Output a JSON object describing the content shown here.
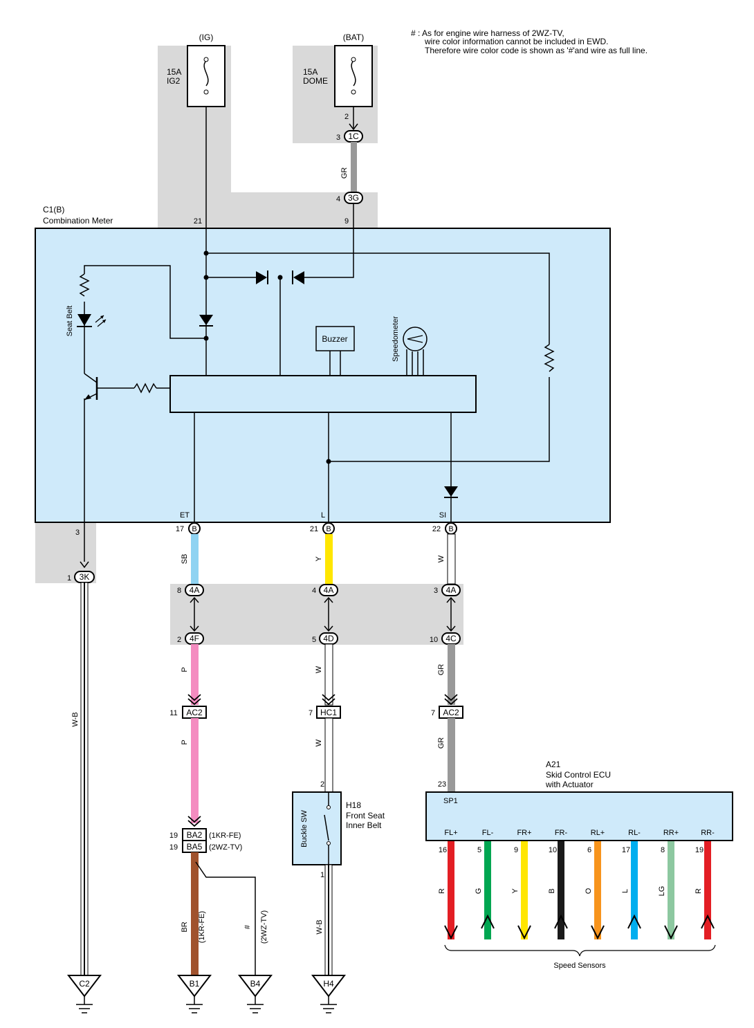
{
  "note": {
    "line1": "# : As for engine wire harness of 2WZ-TV,",
    "line2": "wire color information cannot be included in EWD.",
    "line3": "Therefore wire color code is shown as '#'and wire as full line."
  },
  "fuses": {
    "ig2": {
      "header": "(IG)",
      "amp": "15A",
      "name": "IG2",
      "pin_meter": "21"
    },
    "dome": {
      "header": "(BAT)",
      "amp": "15A",
      "name": "DOME",
      "pin2": "2",
      "pin3": "3",
      "conn_1c": "1C",
      "wire": "GR",
      "pin4": "4",
      "conn_3g": "3G",
      "pin9": "9"
    }
  },
  "meter": {
    "id": "C1(B)",
    "name": "Combination Meter",
    "seat_belt": "Seat Belt",
    "buzzer": "Buzzer",
    "speedometer": "Speedometer",
    "pin_labels": {
      "et": "ET",
      "l": "L",
      "si": "SI"
    },
    "ground_pin": "3"
  },
  "meter_connector": "B",
  "branches": {
    "et": {
      "pin": "17",
      "wire1": "SB",
      "c4a_pin": "8",
      "c4a": "4A",
      "c4f_pin": "2",
      "c4f": "4F",
      "wire2": "P",
      "ac2_pin": "11",
      "ac2": "AC2",
      "wire3": "P",
      "ba2_pin": "19",
      "ba2": "BA2",
      "ba2_note": "(1KR-FE)",
      "ba5_pin": "19",
      "ba5": "BA5",
      "ba5_note": "(2WZ-TV)",
      "wire_br": "BR",
      "wire_br_note": "(1KR-FE)",
      "wire_hash": "#",
      "wire_hash_note": "(2WZ-TV)"
    },
    "l": {
      "pin": "21",
      "wire1": "Y",
      "c4a_pin": "4",
      "c4a": "4A",
      "c4d_pin": "5",
      "c4d": "4D",
      "wire2": "W",
      "hc1_pin": "7",
      "hc1": "HC1",
      "wire3": "W"
    },
    "si": {
      "pin": "22",
      "wire1": "W",
      "c4a_pin": "3",
      "c4a": "4A",
      "c4c_pin": "10",
      "c4c": "4C",
      "wire2": "GR",
      "ac2_pin": "7",
      "ac2": "AC2",
      "wire3": "GR",
      "ecu_pin": "23"
    }
  },
  "ground_path": {
    "pin": "1",
    "conn": "3K",
    "wire": "W-B"
  },
  "buckle": {
    "id": "H18",
    "name1": "Front Seat",
    "name2": "Inner Belt",
    "switch": "Buckle SW",
    "pin_top": "2",
    "pin_bottom": "1",
    "wire": "W-B"
  },
  "ecu": {
    "id": "A21",
    "name1": "Skid Control ECU",
    "name2": "with Actuator",
    "sp1": "SP1",
    "sensors_label": "Speed Sensors",
    "terminals": [
      {
        "name": "FL+",
        "pin": "16",
        "wire": "R",
        "color": "#e31e24",
        "dir": "down"
      },
      {
        "name": "FL-",
        "pin": "5",
        "wire": "G",
        "color": "#00a651",
        "dir": "up"
      },
      {
        "name": "FR+",
        "pin": "9",
        "wire": "Y",
        "color": "#ffe600",
        "dir": "down"
      },
      {
        "name": "FR-",
        "pin": "10",
        "wire": "B",
        "color": "#1a1a1a",
        "dir": "up"
      },
      {
        "name": "RL+",
        "pin": "6",
        "wire": "O",
        "color": "#f7941d",
        "dir": "down"
      },
      {
        "name": "RL-",
        "pin": "17",
        "wire": "L",
        "color": "#00aeef",
        "dir": "up"
      },
      {
        "name": "RR+",
        "pin": "8",
        "wire": "LG",
        "color": "#8dc8a0",
        "dir": "down"
      },
      {
        "name": "RR-",
        "pin": "19",
        "wire": "R",
        "color": "#e31e24",
        "dir": "up"
      }
    ]
  },
  "grounds": {
    "c2": "C2",
    "b1": "B1",
    "b4": "B4",
    "h4": "H4"
  },
  "colors": {
    "meter_fill": "#cfeafa",
    "shade": "#d9d9d9",
    "wire_sb": "#8fd3f2",
    "wire_y": "#ffe600",
    "wire_p": "#f48cc0",
    "wire_gr": "#999999",
    "wire_br": "#a0522d"
  }
}
